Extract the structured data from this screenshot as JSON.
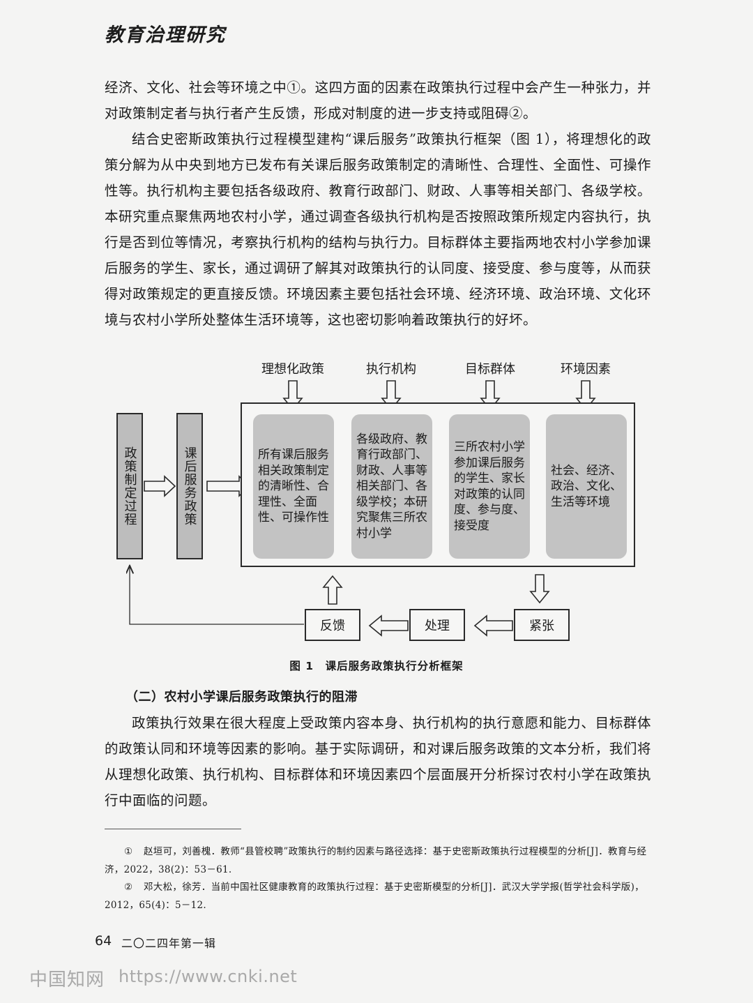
{
  "header": {
    "journal_title": "教育治理研究"
  },
  "body": {
    "para1": "经济、文化、社会等环境之中①。这四方面的因素在政策执行过程中会产生一种张力，并对政策制定者与执行者产生反馈，形成对制度的进一步支持或阻碍②。",
    "para2": "结合史密斯政策执行过程模型建构“课后服务”政策执行框架（图 1），将理想化的政策分解为从中央到地方已发布有关课后服务政策制定的清晰性、合理性、全面性、可操作性等。执行机构主要包括各级政府、教育行政部门、财政、人事等相关部门、各级学校。本研究重点聚焦两地农村小学，通过调查各级执行机构是否按照政策所规定内容执行，执行是否到位等情况，考察执行机构的结构与执行力。目标群体主要指两地农村小学参加课后服务的学生、家长，通过调研了解其对政策执行的认同度、接受度、参与度等，从而获得对政策规定的更直接反馈。环境因素主要包括社会环境、经济环境、政治环境、文化环境与农村小学所处整体生活环境等，这也密切影响着政策执行的好坏。",
    "section_heading": "（二）农村小学课后服务政策执行的阻滞",
    "para3": "政策执行效果在很大程度上受政策内容本身、执行机构的执行意愿和能力、目标群体的政策认同和环境等因素的影响。基于实际调研，和对课后服务政策的文本分析，我们将从理想化政策、执行机构、目标群体和环境因素四个层面展开分析探讨农村小学在政策执行中面临的问题。"
  },
  "figure": {
    "top_labels": [
      "理想化政策",
      "执行机构",
      "目标群体",
      "环境因素"
    ],
    "left_boxes": [
      "政策制定过程",
      "课后服务政策"
    ],
    "inner_boxes": [
      "所有课后服务相关政策制定的清晰性、合理性、全面性、可操作性",
      "各级政府、教育行政部门、财政、人事等相关部门、各级学校；本研究聚焦三所农村小学",
      "三所农村小学参加课后服务的学生、家长对政策的认同度、参与度、接受度",
      "社会、经济、政治、文化、生活等环境"
    ],
    "feedback_boxes": [
      "反馈",
      "处理",
      "紧张"
    ],
    "caption": "图 1　课后服务政策执行分析框架"
  },
  "footnotes": [
    {
      "mark": "①",
      "text": "赵垣可，刘善槐．教师“县管校聘”政策执行的制约因素与路径选择：基于史密斯政策执行过程模型的分析[J]．教育与经济，2022，38(2)：53－61."
    },
    {
      "mark": "②",
      "text": "邓大松，徐芳．当前中国社区健康教育的政策执行过程：基于史密斯模型的分析[J]．武汉大学学报(哲学社会科学版)，2012，65(4)：5－12."
    }
  ],
  "footer": {
    "page_number": "64",
    "issue": "二〇二四年第一辑"
  },
  "watermark": {
    "logo": "中国知网",
    "url": "https://www.cnki.net"
  }
}
